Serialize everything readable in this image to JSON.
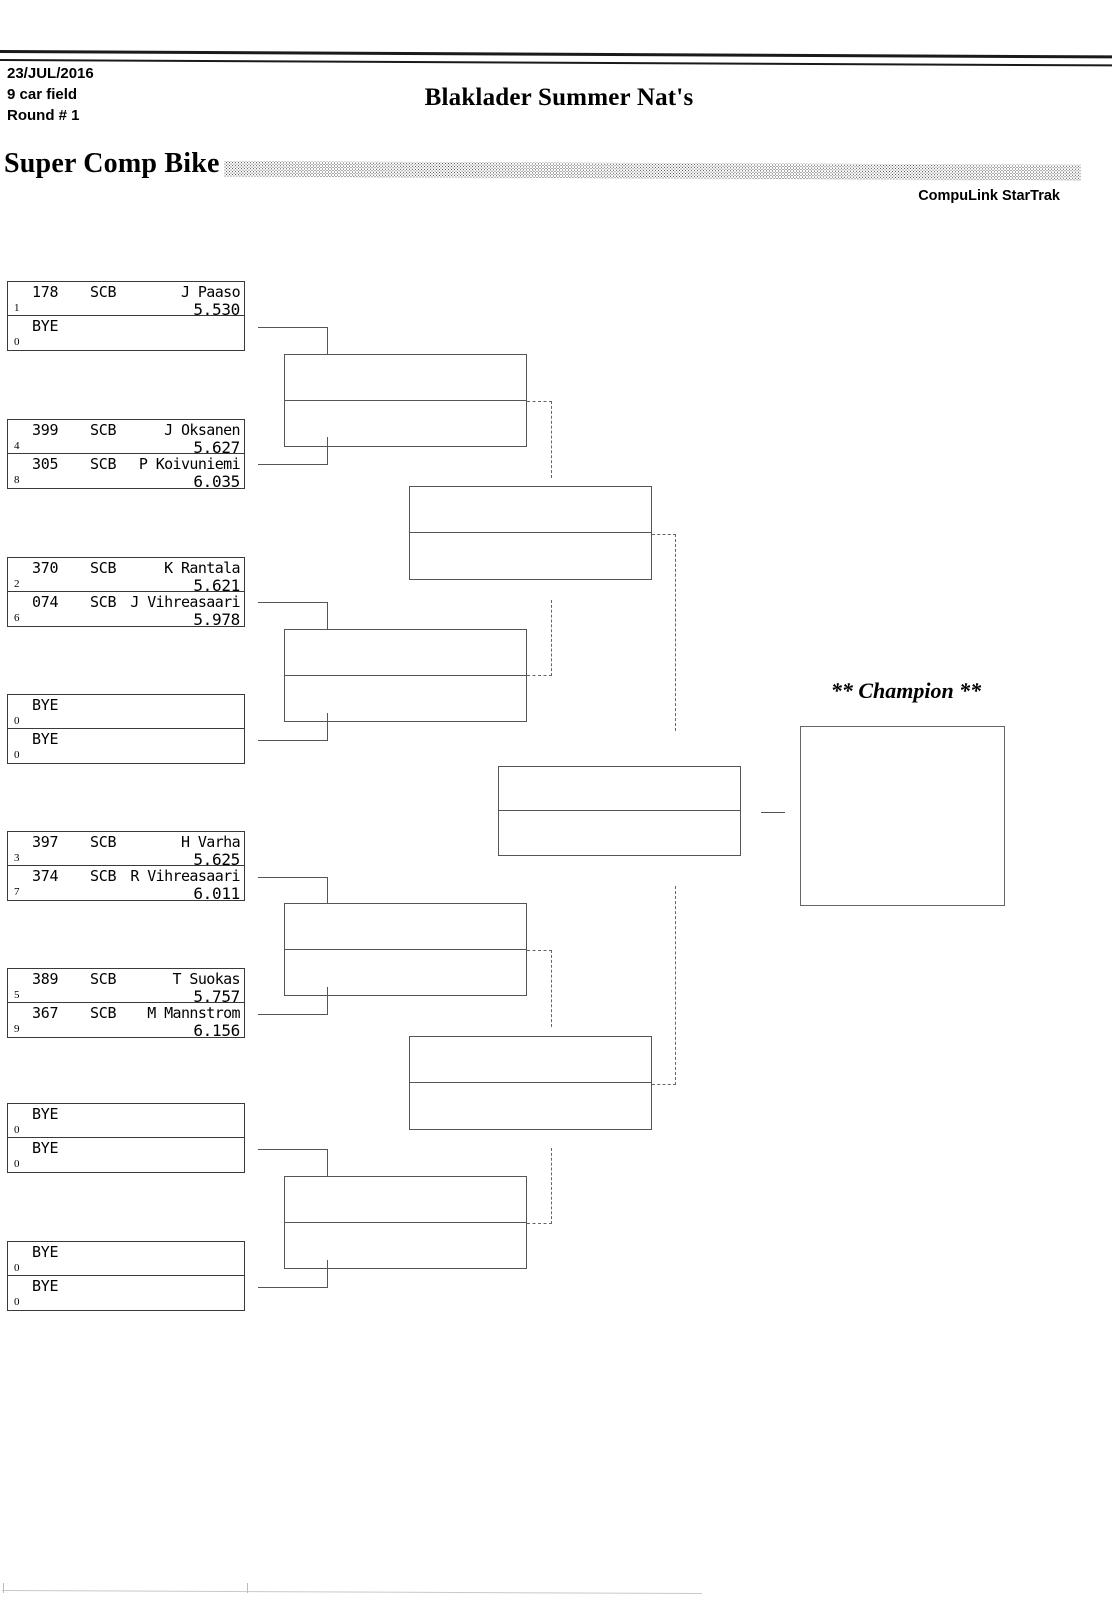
{
  "header": {
    "date": "23/JUL/2016",
    "field": "9 car field",
    "round": "Round # 1",
    "event_title": "Blaklader Summer Nat's",
    "class_title": "Super Comp Bike",
    "vendor": "CompuLink StarTrak"
  },
  "champion": {
    "label": "** Champion **",
    "winner": ""
  },
  "bracket": {
    "round1": [
      {
        "id": "pair-1",
        "top": {
          "car": "178",
          "class": "SCB",
          "name": "J Paaso",
          "et": "5.530",
          "lane": "1"
        },
        "bottom": {
          "car": "",
          "class": "",
          "name": "BYE",
          "et": "",
          "lane": "0"
        }
      },
      {
        "id": "pair-2",
        "top": {
          "car": "399",
          "class": "SCB",
          "name": "J Oksanen",
          "et": "5.627",
          "lane": "4"
        },
        "bottom": {
          "car": "305",
          "class": "SCB",
          "name": "P Koivuniemi",
          "et": "6.035",
          "lane": "8"
        }
      },
      {
        "id": "pair-3",
        "top": {
          "car": "370",
          "class": "SCB",
          "name": "K Rantala",
          "et": "5.621",
          "lane": "2"
        },
        "bottom": {
          "car": "074",
          "class": "SCB",
          "name": "J Vihreasaari",
          "et": "5.978",
          "lane": "6"
        }
      },
      {
        "id": "pair-4",
        "top": {
          "car": "",
          "class": "",
          "name": "BYE",
          "et": "",
          "lane": "0"
        },
        "bottom": {
          "car": "",
          "class": "",
          "name": "BYE",
          "et": "",
          "lane": "0"
        }
      },
      {
        "id": "pair-5",
        "top": {
          "car": "397",
          "class": "SCB",
          "name": "H Varha",
          "et": "5.625",
          "lane": "3"
        },
        "bottom": {
          "car": "374",
          "class": "SCB",
          "name": "R Vihreasaari",
          "et": "6.011",
          "lane": "7"
        }
      },
      {
        "id": "pair-6",
        "top": {
          "car": "389",
          "class": "SCB",
          "name": "T Suokas",
          "et": "5.757",
          "lane": "5"
        },
        "bottom": {
          "car": "367",
          "class": "SCB",
          "name": "M Mannstrom",
          "et": "6.156",
          "lane": "9"
        }
      },
      {
        "id": "pair-7",
        "top": {
          "car": "",
          "class": "",
          "name": "BYE",
          "et": "",
          "lane": "0"
        },
        "bottom": {
          "car": "",
          "class": "",
          "name": "BYE",
          "et": "",
          "lane": "0"
        }
      },
      {
        "id": "pair-8",
        "top": {
          "car": "",
          "class": "",
          "name": "BYE",
          "et": "",
          "lane": "0"
        },
        "bottom": {
          "car": "",
          "class": "",
          "name": "BYE",
          "et": "",
          "lane": "0"
        }
      }
    ],
    "round2": [
      {
        "id": "r2-1",
        "top": {
          "name": "",
          "et": ""
        },
        "bottom": {
          "name": "",
          "et": ""
        }
      },
      {
        "id": "r2-2",
        "top": {
          "name": "",
          "et": ""
        },
        "bottom": {
          "name": "",
          "et": ""
        }
      },
      {
        "id": "r2-3",
        "top": {
          "name": "",
          "et": ""
        },
        "bottom": {
          "name": "",
          "et": ""
        }
      },
      {
        "id": "r2-4",
        "top": {
          "name": "",
          "et": ""
        },
        "bottom": {
          "name": "",
          "et": ""
        }
      }
    ],
    "round3": [
      {
        "id": "r3-1",
        "top": {
          "name": "",
          "et": ""
        },
        "bottom": {
          "name": "",
          "et": ""
        }
      },
      {
        "id": "r3-2",
        "top": {
          "name": "",
          "et": ""
        },
        "bottom": {
          "name": "",
          "et": ""
        }
      }
    ],
    "final": [
      {
        "id": "final-1",
        "top": {
          "name": "",
          "et": ""
        },
        "bottom": {
          "name": "",
          "et": ""
        }
      }
    ]
  },
  "colors": {
    "ink": "#1a1a1a",
    "box_border": "#3a3a3a",
    "adv_border": "#555555",
    "connector": "#666666",
    "paper": "#ffffff"
  }
}
